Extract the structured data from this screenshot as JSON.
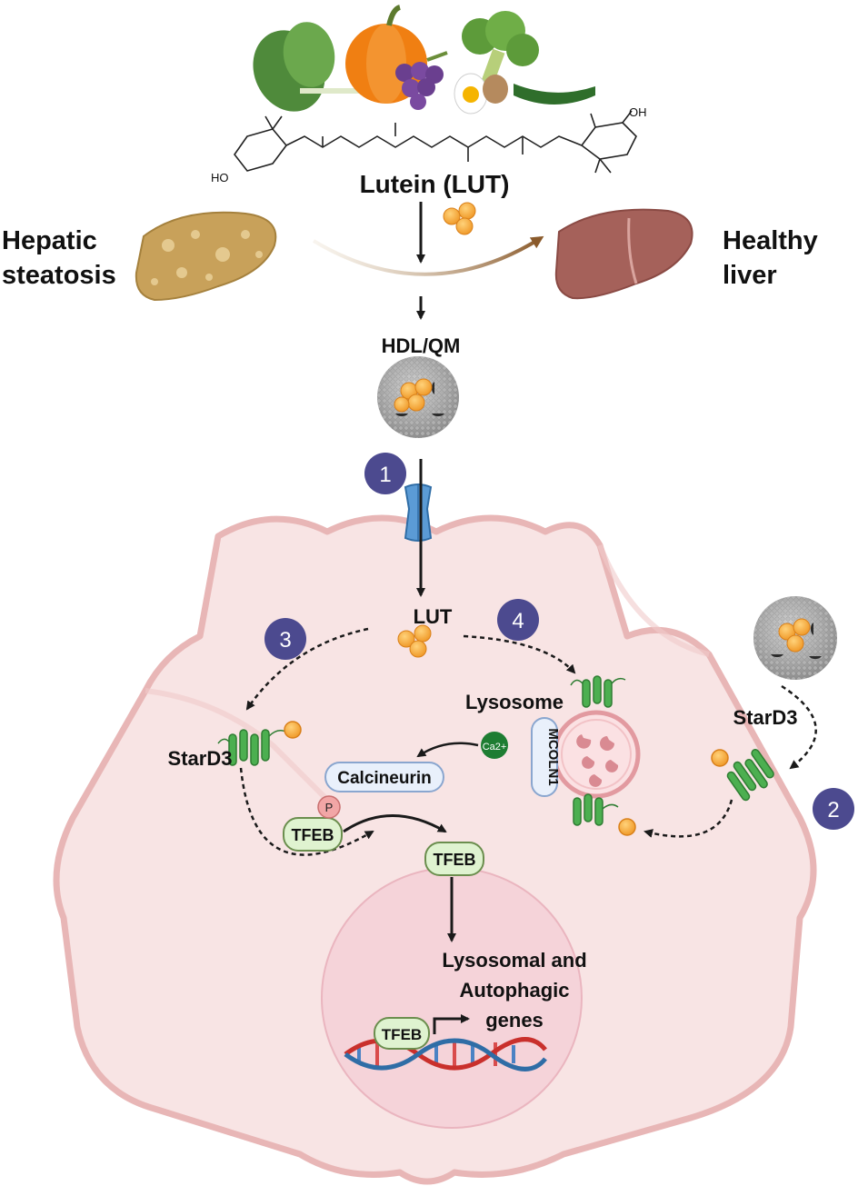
{
  "labels": {
    "lutein": "Lutein (LUT)",
    "hepatic_line1": "Hepatic",
    "hepatic_line2": "steatosis",
    "healthy_line1": "Healthy",
    "healthy_line2": "liver",
    "hdl_qm": "HDL/QM",
    "lut": "LUT",
    "lysosome": "Lysosome",
    "stard3_left": "StarD3",
    "stard3_right": "StarD3",
    "calcineurin": "Calcineurin",
    "tfeb_phospho": "TFEB",
    "phospho": "P",
    "tfeb_active": "TFEB",
    "tfeb_dna": "TFEB",
    "mcoln1": "MCOLN1",
    "calcium": "Ca2+",
    "genes_line1": "Lysosomal and",
    "genes_line2": "Autophagic",
    "genes_line3": "genes",
    "ho_left": "HO",
    "oh_right": "OH"
  },
  "steps": [
    "1",
    "2",
    "3",
    "4"
  ],
  "icons": [
    "lettuce-icon",
    "pumpkin-icon",
    "grapes-icon",
    "broccoli-icon",
    "egg-icon",
    "potato-icon",
    "zucchini-icon",
    "fatty-liver-icon",
    "healthy-liver-icon",
    "lipoprotein-particle-icon",
    "membrane-channel-icon",
    "lutein-molecule-icon",
    "stard3-receptor-icon",
    "lysosome-icon",
    "dna-helix-icon"
  ],
  "colors": {
    "cell_fill": "#f8e4e4",
    "cell_border": "#e8b6b6",
    "nucleus_fill": "#f5d3d9",
    "lutein_orange": "#f4a32e",
    "stard3_green": "#4caf50",
    "step_badge": "#4c4a8f",
    "fatty_liver": "#c8a15a",
    "healthy_liver": "#a5615a",
    "arrow_dark": "#1a1a1a",
    "channel_blue": "#5b9bd5",
    "tfeb_green": "#dff3d0",
    "calcineurin_blue": "#e9f0fb"
  }
}
